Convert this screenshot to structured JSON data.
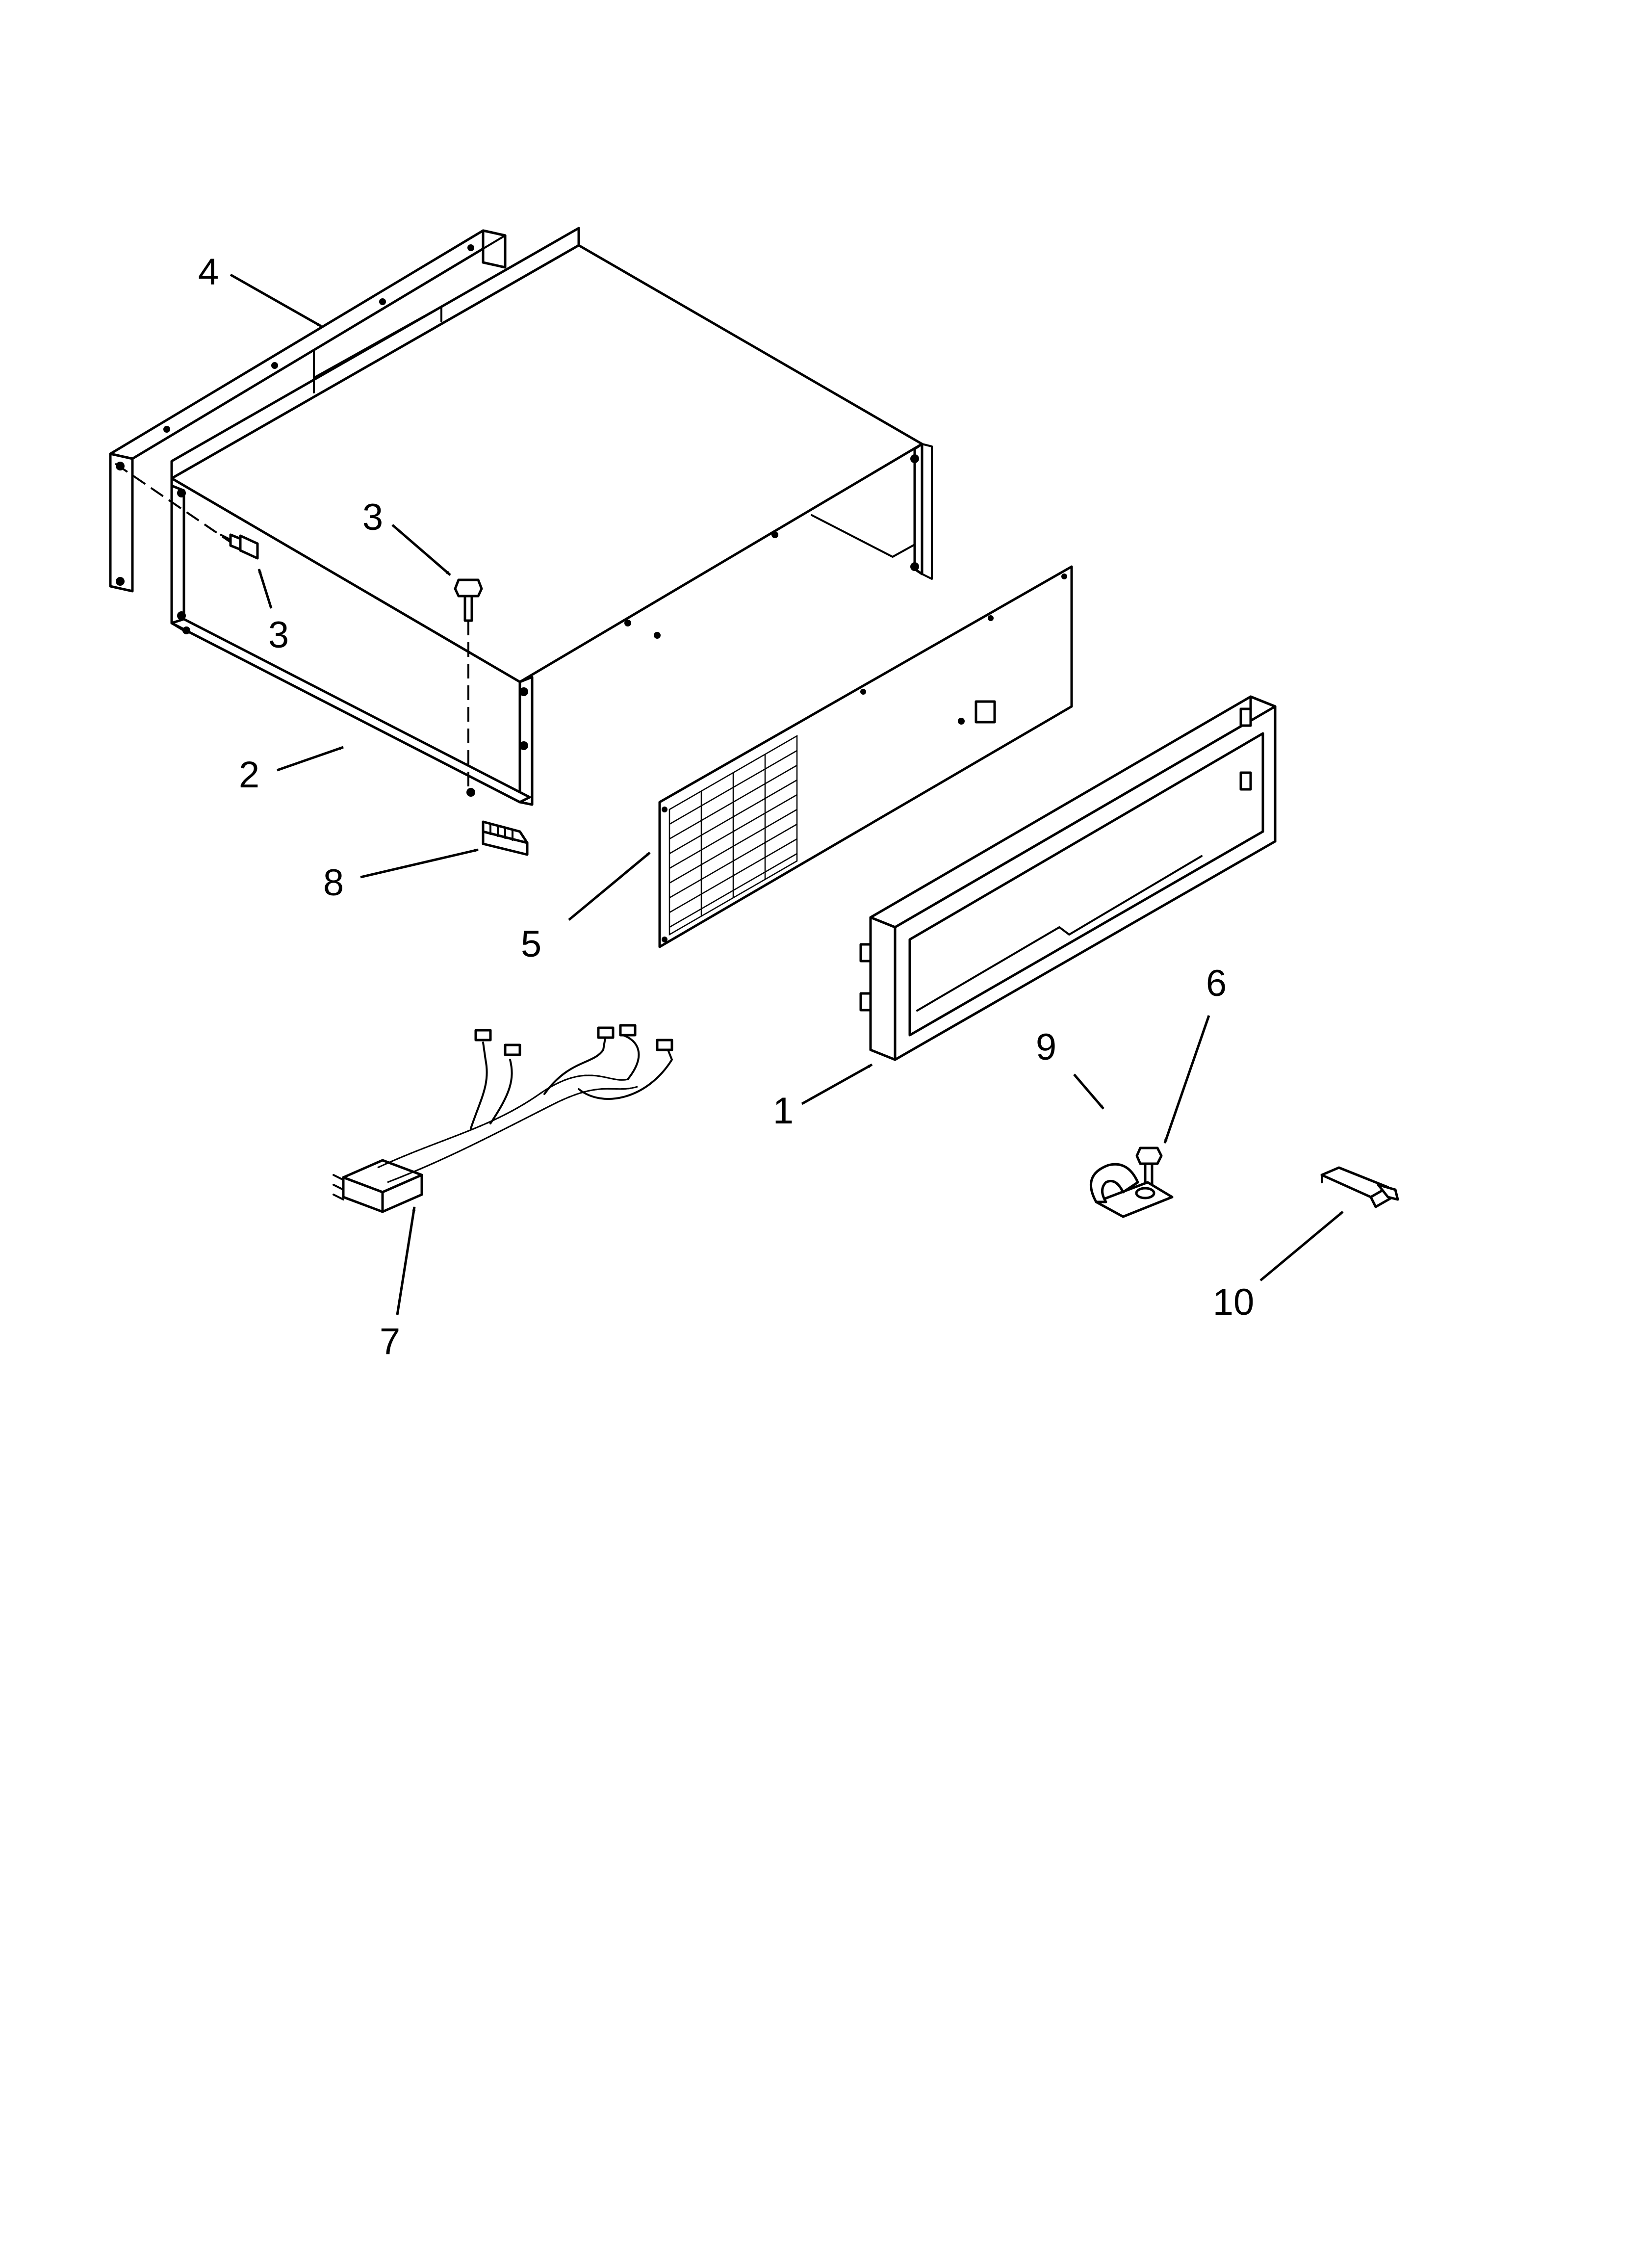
{
  "diagram": {
    "callouts": [
      {
        "id": "c4",
        "label": "4",
        "part": "rear panel"
      },
      {
        "id": "c3a",
        "label": "3",
        "part": "screw (top)"
      },
      {
        "id": "c3b",
        "label": "3",
        "part": "screw (side)"
      },
      {
        "id": "c2",
        "label": "2",
        "part": "housing"
      },
      {
        "id": "c8",
        "label": "8",
        "part": "terminal strip"
      },
      {
        "id": "c5",
        "label": "5",
        "part": "grille panel"
      },
      {
        "id": "c6",
        "label": "6",
        "part": "screw"
      },
      {
        "id": "c9",
        "label": "9",
        "part": "clamp"
      },
      {
        "id": "c1",
        "label": "1",
        "part": "front frame"
      },
      {
        "id": "c7",
        "label": "7",
        "part": "wire harness"
      },
      {
        "id": "c10",
        "label": "10",
        "part": "clip"
      }
    ]
  }
}
